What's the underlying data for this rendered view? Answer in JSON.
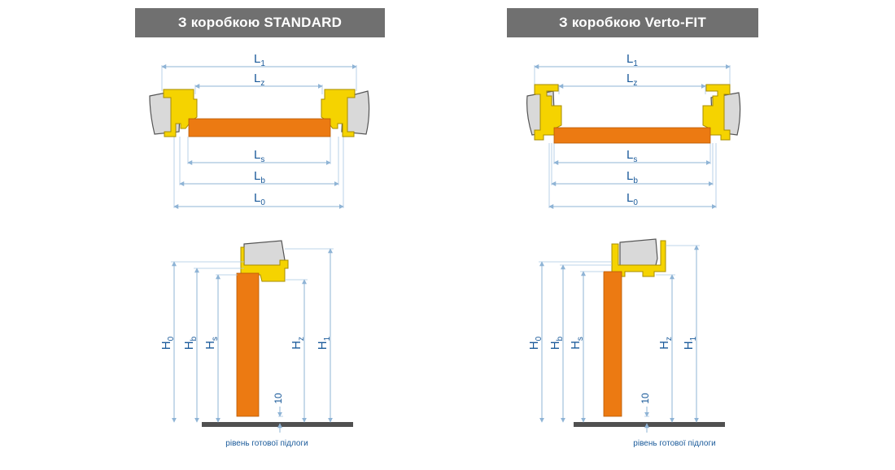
{
  "headers": {
    "standard": "З коробкою STANDARD",
    "verto": "З коробкою Verto-FIT"
  },
  "dims": {
    "L": "L",
    "H": "H",
    "sub_1": "1",
    "sub_z": "z",
    "sub_s": "s",
    "sub_b": "b",
    "sub_0": "0"
  },
  "gap": "10",
  "floor_label": "рівень готової підлоги",
  "colors": {
    "header_bg": "#707070",
    "dimension_text": "#1a5a9a",
    "frame": "#f5d300",
    "door_leaf": "#ec7a12",
    "wall": "#d9d9d9"
  }
}
